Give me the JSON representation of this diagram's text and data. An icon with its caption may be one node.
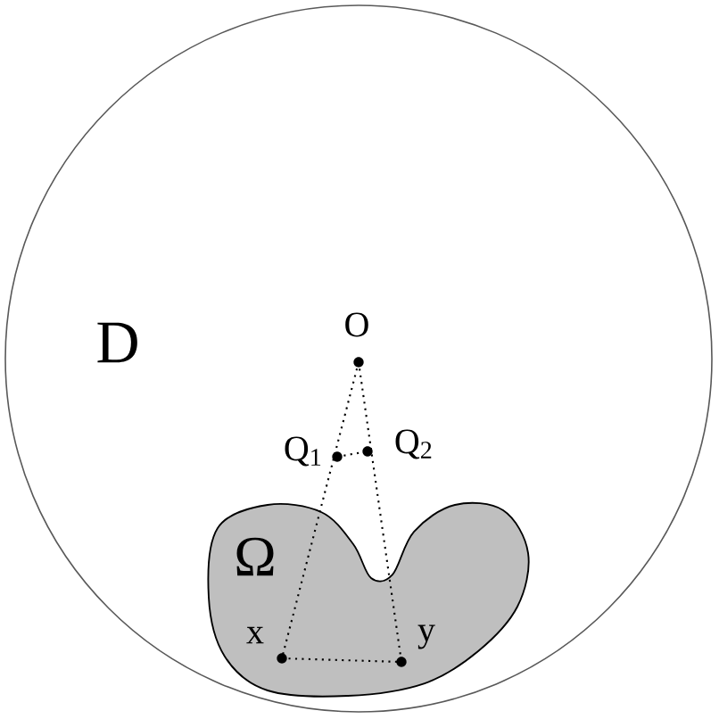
{
  "diagram": {
    "nodes": [
      {
        "text": [
          "D"
        ]
      },
      {
        "text": [
          "Ω"
        ],
        "in": 0
      },
      {
        "text": [
          "O"
        ],
        "in": 0
      },
      {
        "text": [
          "Q$_{1}$"
        ],
        "in": 0
      },
      {
        "text": [
          "Q$_{2}$"
        ],
        "in": 0
      },
      {
        "text": [
          "x"
        ],
        "in": 1
      },
      {
        "text": [
          "y"
        ],
        "in": 1
      }
    ],
    "edges": [
      {
        "from": 2,
        "to": 5,
        "arrow": "none"
      },
      {
        "from": 2,
        "to": 6,
        "arrow": "none"
      },
      {
        "from": 5,
        "to": 6,
        "arrow": "none"
      },
      {
        "from": 3,
        "to": 4,
        "arrow": "none"
      }
    ]
  }
}
